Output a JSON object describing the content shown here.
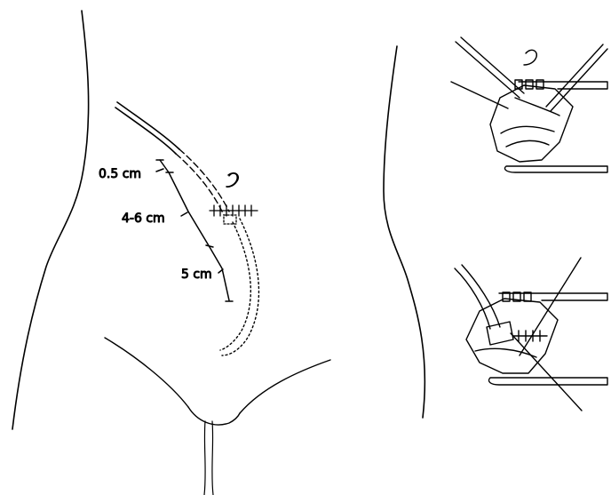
{
  "labels": {
    "measure_top": "0.5 cm",
    "measure_middle": "4-6 cm",
    "measure_bottom": "5 cm"
  },
  "colors": {
    "ink": "#000000",
    "background": "#ffffff"
  }
}
